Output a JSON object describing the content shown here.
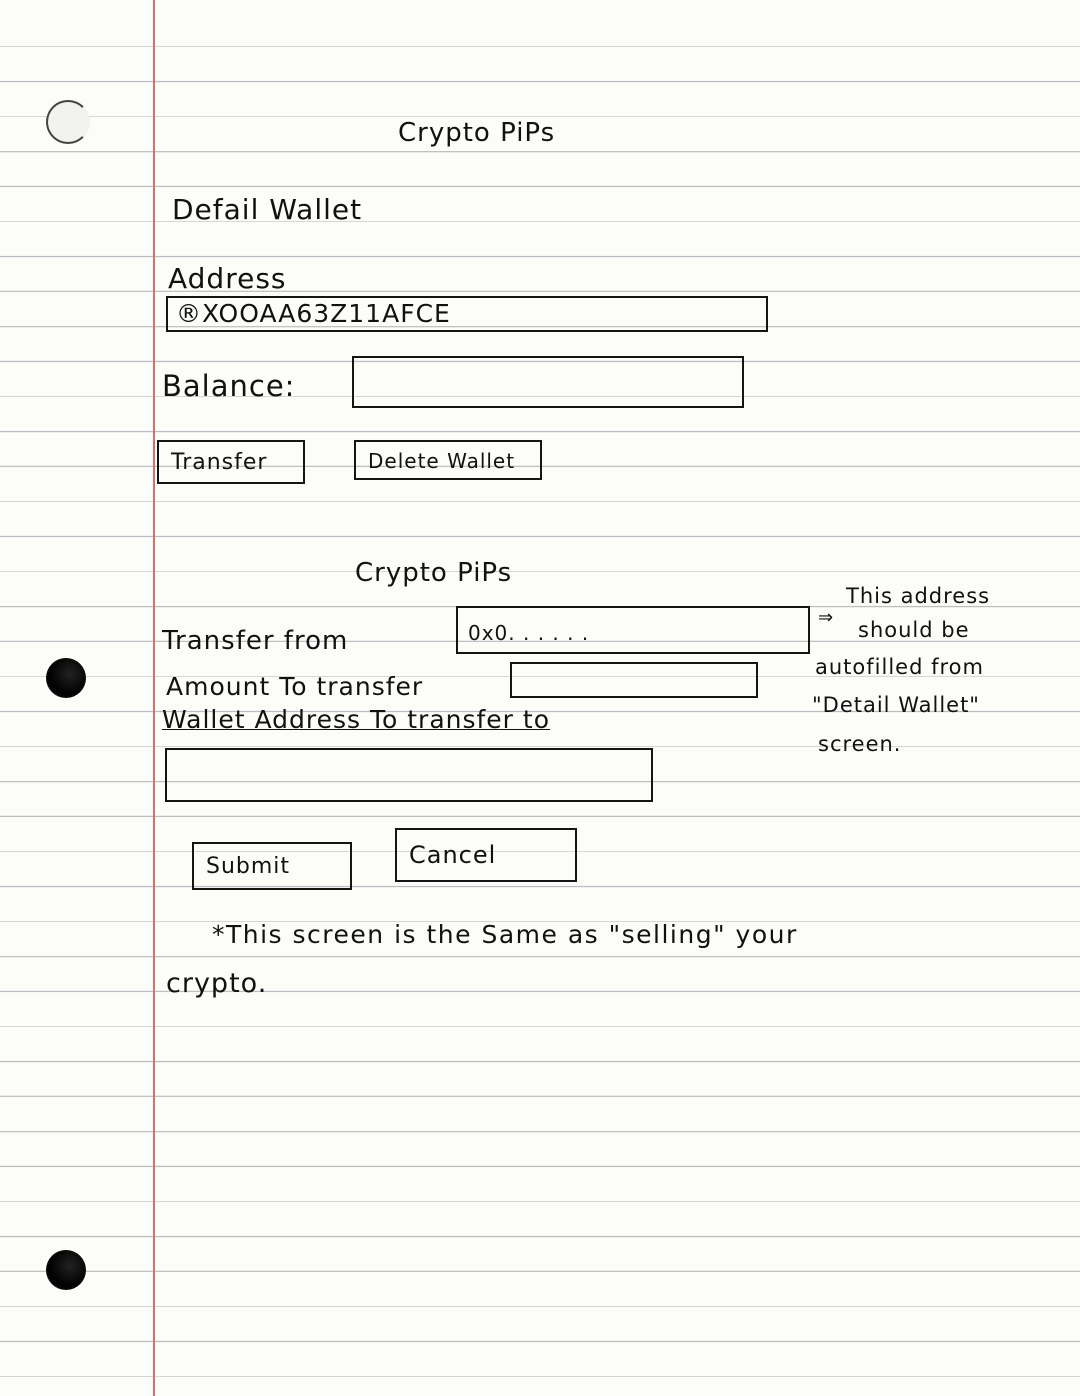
{
  "screen1": {
    "title": "Crypto PiPs",
    "heading": "Defail Wallet",
    "address_label": "Address",
    "address_value": "®XOOAA63Z11AFCE",
    "balance_label": "Balance:",
    "balance_value": "",
    "transfer_button": "Transfer",
    "delete_wallet_button": "Delete Wallet"
  },
  "screen2": {
    "title": "Crypto PiPs",
    "transfer_from_label": "Transfer from",
    "transfer_from_value": "0x0. . . . . .",
    "amount_label": "Amount To transfer",
    "amount_value": "",
    "wallet_address_label": "Wallet Address To transfer to",
    "wallet_address_value": "",
    "submit_button": "Submit",
    "cancel_button": "Cancel"
  },
  "side_note": {
    "lines": [
      "This address",
      "should be",
      "autofilled from",
      "\"Detail Wallet\"",
      "screen."
    ]
  },
  "footnote": {
    "line1": "*This screen is the Same as \"selling\" your",
    "line2": "crypto."
  }
}
